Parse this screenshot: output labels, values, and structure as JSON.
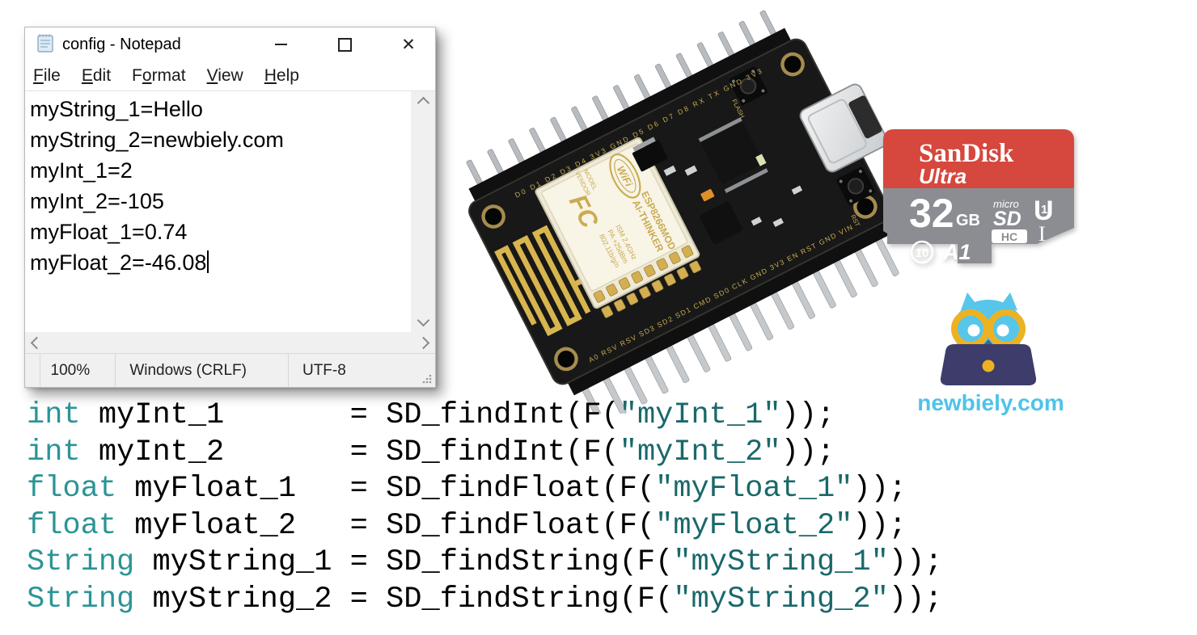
{
  "notepad": {
    "window_title": "config - Notepad",
    "controls": {
      "close_glyph": "✕"
    },
    "menu": {
      "items": [
        {
          "pre": "",
          "key": "F",
          "post": "ile"
        },
        {
          "pre": "",
          "key": "E",
          "post": "dit"
        },
        {
          "pre": "F",
          "key": "o",
          "post": "rmat"
        },
        {
          "pre": "",
          "key": "V",
          "post": "iew"
        },
        {
          "pre": "",
          "key": "H",
          "post": "elp"
        }
      ]
    },
    "lines": [
      "myString_1=Hello",
      "myString_2=newbiely.com",
      "myInt_1=2",
      "myInt_2=-105",
      "myFloat_1=0.74",
      "myFloat_2=-46.08"
    ],
    "status": {
      "zoom_level": "100%",
      "line_ending": "Windows (CRLF)",
      "encoding": "UTF-8"
    }
  },
  "board": {
    "module_logo": "WiFi",
    "module_name": "ESP8266MOD",
    "module_vendor": "AI-THINKER",
    "module_label_model": "MODEL",
    "module_label_vendor": "VENDOR",
    "module_cert": "FC",
    "module_spec1": "ISM  2.4GHz",
    "module_spec2": "PA  +25dBm",
    "module_spec3": "802.11b/g/n",
    "flash_button_label": "FLASH",
    "rst_button_label": "RST",
    "pin_labels_top": "D0  D1  D2  D3  D4  3V3  GND  D5  D6  D7  D8  RX  TX  GND  3V3",
    "pin_labels_bottom": "A0  RSV  RSV  SD3  SD2  SD1  CMD  SD0  CLK  GND  3V3  EN  RST  GND  VIN"
  },
  "sd_card": {
    "brand": "SanDisk",
    "series": "Ultra",
    "capacity": "32",
    "capacity_unit": "GB",
    "format_micro": "micro",
    "format_sd": "SD",
    "format_hc": "HC",
    "uhs_u": "U",
    "uhs_1": "1",
    "uhs_roman": "I",
    "speed_class": "10",
    "app_class": "A1",
    "colors": {
      "red": "#d6473d",
      "gray": "#8b8d92"
    }
  },
  "logo": {
    "site": "newbiely.com",
    "colors": {
      "body": "#57c6ea",
      "accent": "#edb221",
      "laptop": "#3d3c6b"
    }
  },
  "code": {
    "colors": {
      "keyword": "#2b9496",
      "string": "#1a686a",
      "plain": "#000000"
    },
    "lines": [
      {
        "kw": "int",
        "mid": " myInt_1       = SD_findInt(F(",
        "str": "\"myInt_1\"",
        "end": "));"
      },
      {
        "kw": "int",
        "mid": " myInt_2       = SD_findInt(F(",
        "str": "\"myInt_2\"",
        "end": "));"
      },
      {
        "kw": "float",
        "mid": " myFloat_1   = SD_findFloat(F(",
        "str": "\"myFloat_1\"",
        "end": "));"
      },
      {
        "kw": "float",
        "mid": " myFloat_2   = SD_findFloat(F(",
        "str": "\"myFloat_2\"",
        "end": "));"
      },
      {
        "kw": "String",
        "mid": " myString_1 = SD_findString(F(",
        "str": "\"myString_1\"",
        "end": "));"
      },
      {
        "kw": "String",
        "mid": " myString_2 = SD_findString(F(",
        "str": "\"myString_2\"",
        "end": "));"
      }
    ]
  }
}
